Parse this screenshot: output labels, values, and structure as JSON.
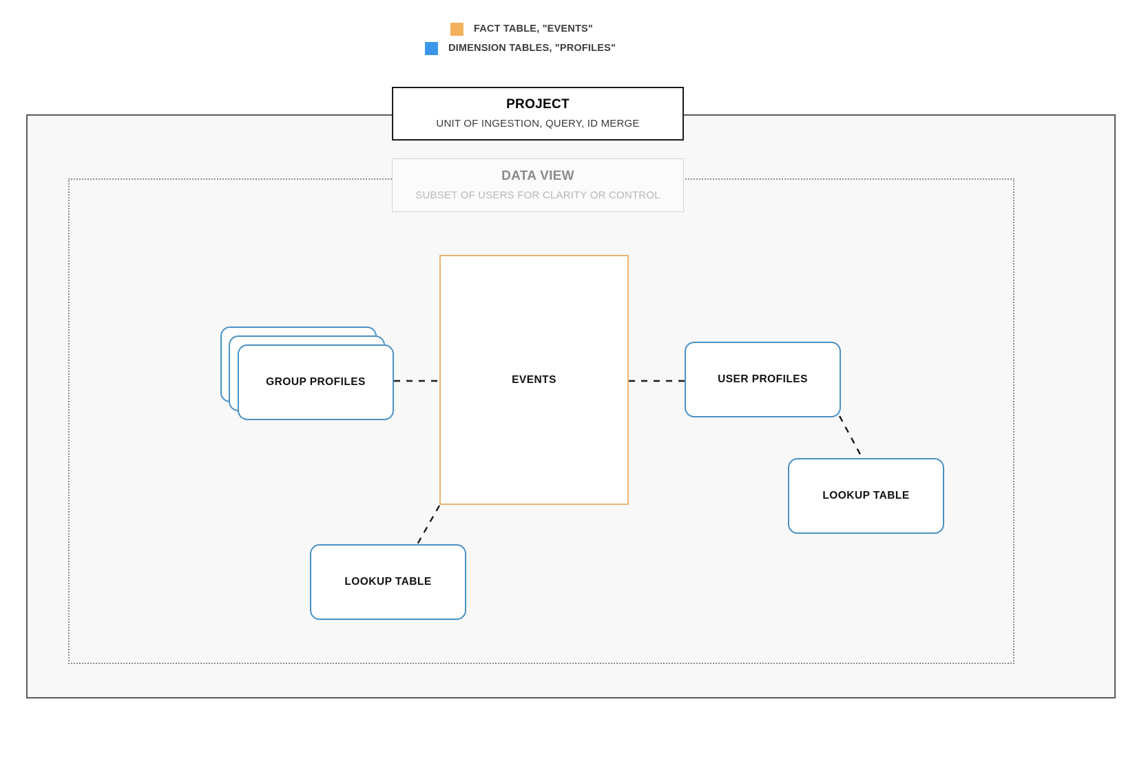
{
  "legend": {
    "items": [
      {
        "swatch_color": "#f5b濾",
        "color": "#f2b25c",
        "label": "FACT TABLE, \"EVENTS\"",
        "icon": "orange-square-swatch"
      },
      {
        "color": "#3b97ea",
        "label": "DIMENSION TABLES, \"PROFILES\"",
        "icon": "blue-square-swatch"
      }
    ]
  },
  "project": {
    "title": "PROJECT",
    "subtitle": "UNIT OF INGESTION, QUERY, ID MERGE"
  },
  "data_view": {
    "title": "DATA VIEW",
    "subtitle": "SUBSET OF USERS FOR CLARITY OR CONTROL"
  },
  "entities": {
    "events": {
      "label": "EVENTS",
      "type": "fact-table",
      "color": "#e8b470"
    },
    "group_profiles": {
      "label": "GROUP PROFILES",
      "type": "dimension-table-stack",
      "color": "#4a90c4",
      "stack_count": 3
    },
    "user_profiles": {
      "label": "USER PROFILES",
      "type": "dimension-table",
      "color": "#4a90c4"
    },
    "lookup_table_left": {
      "label": "LOOKUP TABLE",
      "type": "dimension-table",
      "color": "#4a90c4"
    },
    "lookup_table_right": {
      "label": "LOOKUP TABLE",
      "type": "dimension-table",
      "color": "#4a90c4"
    }
  },
  "connectors": [
    {
      "name": "group-profiles-to-events",
      "from": "group_profiles",
      "to": "events",
      "style": "dashed"
    },
    {
      "name": "events-to-user-profiles",
      "from": "events",
      "to": "user_profiles",
      "style": "dashed"
    },
    {
      "name": "events-to-lookup-left",
      "from": "events",
      "to": "lookup_table_left",
      "style": "dashed"
    },
    {
      "name": "user-profiles-to-lookup-right",
      "from": "user_profiles",
      "to": "lookup_table_right",
      "style": "dashed"
    }
  ],
  "colors": {
    "fact": "#e8b470",
    "dimension": "#4a90c4",
    "legend_fact": "#f2b25c",
    "legend_dimension": "#3b97ea",
    "frame": "#5a5a5a",
    "dotted_frame": "#8c8c8c",
    "canvas": "#f8f8f8"
  }
}
